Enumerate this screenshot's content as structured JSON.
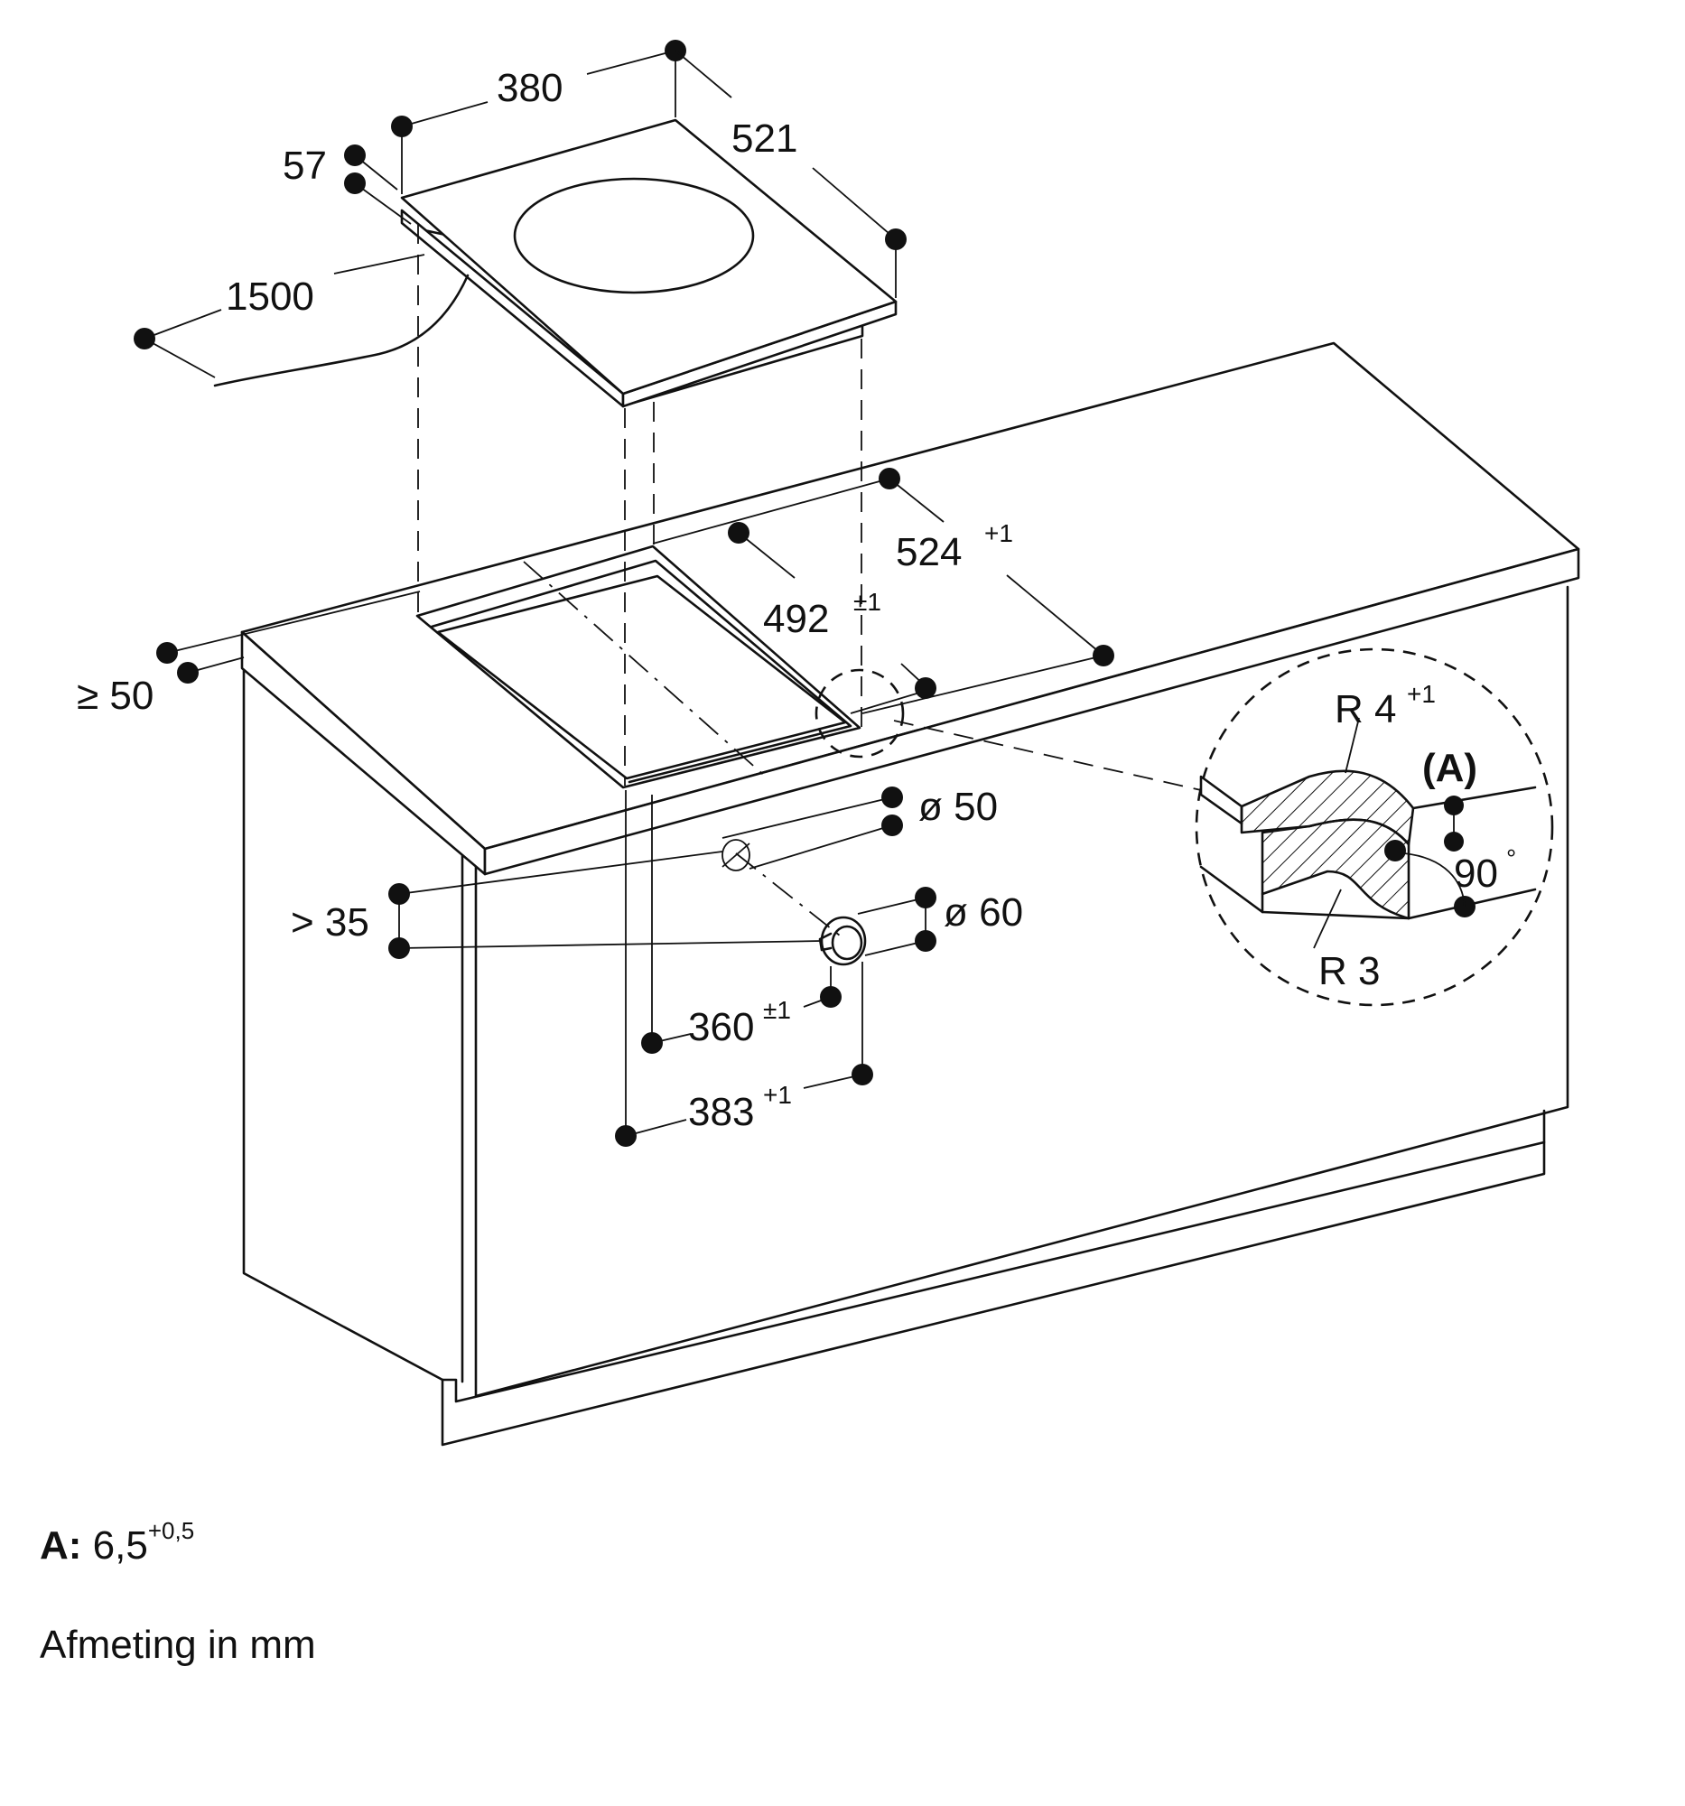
{
  "hob": {
    "width": "380",
    "depth": "521",
    "height": "57",
    "cable_length": "1500"
  },
  "cutout": {
    "width_outer": "524",
    "width_outer_tol": "+1",
    "width_inner": "492",
    "width_inner_tol": "±1",
    "depth_inner": "360",
    "depth_inner_tol": "±1",
    "depth_outer": "383",
    "depth_outer_tol": "+1",
    "edge_distance": "≥ 50"
  },
  "holes": {
    "hole_small": "ø 50",
    "hole_large": "ø 60",
    "hole_offset": "> 35"
  },
  "detail": {
    "radius_top": "R 4",
    "radius_top_tol": "+1",
    "radius_bottom": "R 3",
    "angle": "90",
    "angle_unit": "°",
    "step_label": "(A)"
  },
  "legend": {
    "key": "A:",
    "value": "6,5",
    "value_tol": "+0,5",
    "units_note": "Afmeting in mm"
  }
}
